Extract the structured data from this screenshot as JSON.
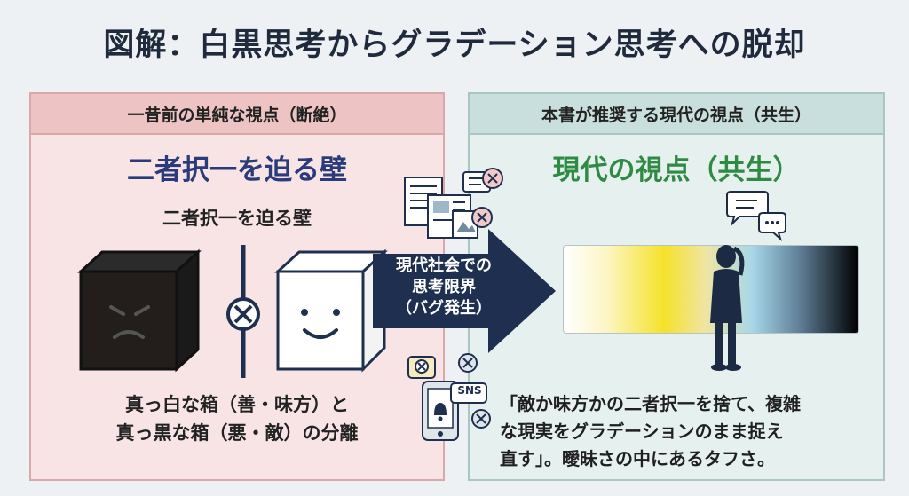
{
  "title": "図解：白黒思考からグラデーション思考への脱却",
  "left": {
    "header": "一昔前の単純な視点（断絶）",
    "heading": "二者択一を迫る壁",
    "subheading": "二者択一を迫る壁",
    "caption_line1": "真っ白な箱（善・味方）と",
    "caption_line2": "真っ黒な箱（悪・敵）の分離"
  },
  "right": {
    "header": "本書が推奨する現代の視点（共生）",
    "heading": "現代の視点（共生）",
    "quote_line1": "「敵か味方かの二者択一を捨て、複雑",
    "quote_line2": "な現実をグラデーションのまま捉え",
    "quote_line3": "直す」。曖昧さの中にあるタフさ。"
  },
  "arrow": {
    "line1": "現代社会での",
    "line2": "思考限界",
    "line3": "（バグ発生）"
  },
  "icons": {
    "sns_label": "SNS"
  },
  "colors": {
    "left_accent": "#2b3a7a",
    "right_accent": "#2f8a43",
    "arrow": "#1f2f4f"
  }
}
